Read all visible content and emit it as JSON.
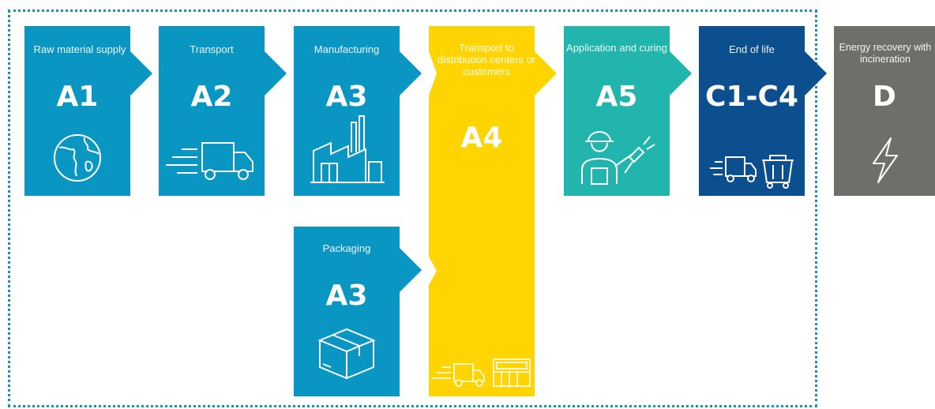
{
  "colors": {
    "blue": "#0a96c3",
    "yellow": "#ffd400",
    "teal": "#22b5ad",
    "navy": "#0b4f8f",
    "grey": "#6e6e6b",
    "boundary": "#1a8fb3"
  },
  "stages": {
    "a1": {
      "name": "Raw material supply",
      "code": "A1",
      "icon": "globe-icon"
    },
    "a2": {
      "name": "Transport",
      "code": "A2",
      "icon": "delivery-truck-icon"
    },
    "a3_manufacturing": {
      "name": "Manufacturing",
      "code": "A3",
      "icon": "factory-icon"
    },
    "a3_packaging": {
      "name": "Packaging",
      "code": "A3",
      "icon": "box-icon"
    },
    "a4": {
      "name": "Transport to distribution centers or customers",
      "code": "A4",
      "icon": "truck-and-store-icon"
    },
    "a5": {
      "name": "Application and curing",
      "code": "A5",
      "icon": "worker-with-spray-gun-icon"
    },
    "c": {
      "name": "End of life",
      "code": "C1-C4",
      "icon": "truck-and-waste-bin-icon"
    },
    "d": {
      "name": "Energy recovery with incineration",
      "code": "D",
      "icon": "lightning-icon"
    }
  }
}
